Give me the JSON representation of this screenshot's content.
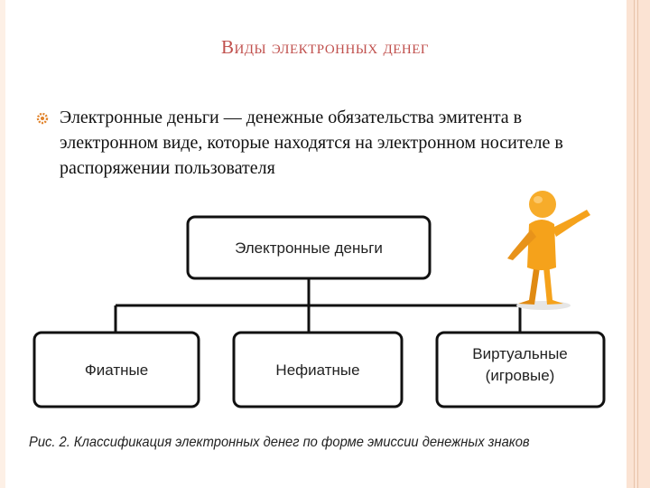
{
  "slide": {
    "title": "Виды электронных денег",
    "bullet_icon": "gear-bullet-icon",
    "definition": "Электронные деньги — денежные обязательства эмитента в электронном виде, которые находятся на электронном носителе в распоряжении пользователя"
  },
  "diagram": {
    "root": "Электронные деньги",
    "children": [
      "Фиатные",
      "Нефиатные",
      "Виртуальные (игровые)"
    ],
    "child_lines": [
      [
        "Фиатные"
      ],
      [
        "Нефиатные"
      ],
      [
        "Виртуальные",
        "(игровые)"
      ]
    ],
    "caption": "Рис. 2. Классификация электронных денег по форме эмиссии денежных знаков"
  },
  "illustration": {
    "icon": "orange-figure-presenting-icon"
  },
  "colors": {
    "title": "#c0504d",
    "accent": "#e1822a",
    "figure": "#f5a21b"
  }
}
